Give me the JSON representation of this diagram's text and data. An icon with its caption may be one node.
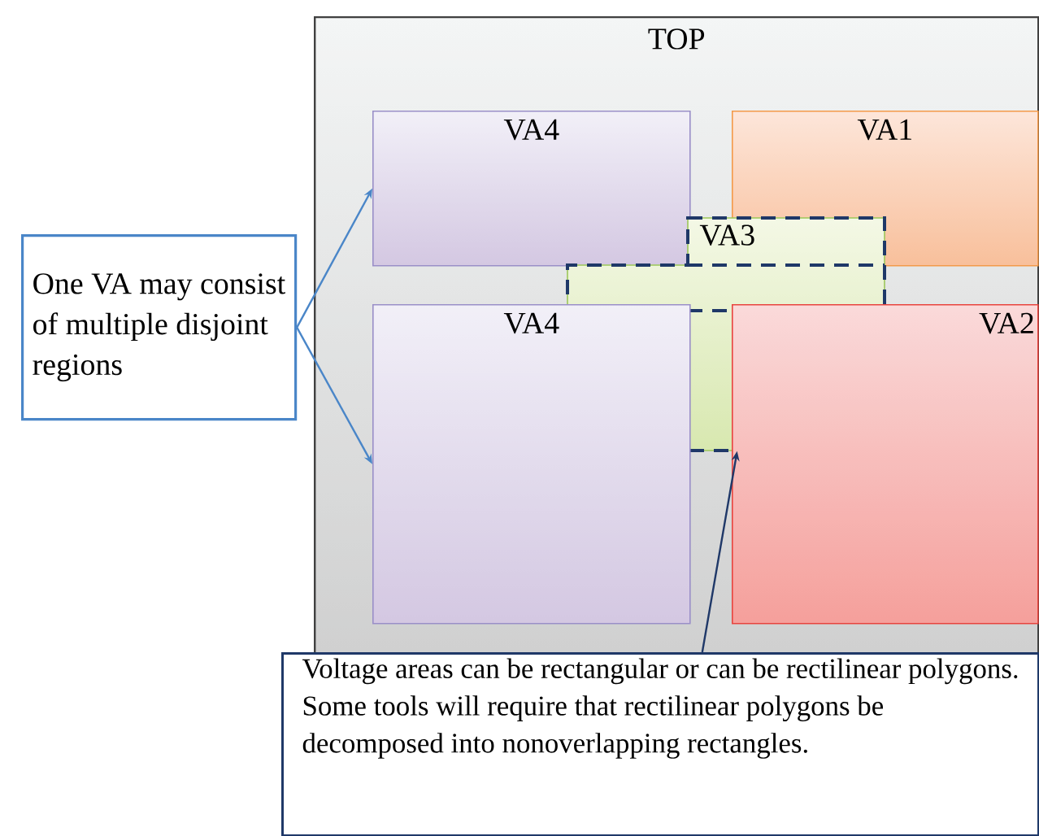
{
  "diagram": {
    "nodes": [
      {
        "text": [
          "TOP"
        ]
      },
      {
        "text": [
          "VA4"
        ],
        "in": 0
      },
      {
        "text": [
          "VA1"
        ],
        "in": 0
      },
      {
        "text": [
          "VA3"
        ],
        "in": 0
      },
      {
        "text": [
          "VA4"
        ],
        "in": 0
      },
      {
        "text": [
          "VA2"
        ],
        "in": 0
      },
      {
        "text": [
          "One VA may consist of multiple disjoint regions"
        ]
      },
      {
        "text": [
          "Voltage areas can be rectangular or can be rectilinear polygons. Some tools will require that rectilinear polygons be decomposed into nonoverlapping rectangles."
        ]
      }
    ],
    "edges": [
      {
        "from": 6,
        "to": 1,
        "arrow": "to"
      },
      {
        "from": 6,
        "to": 4,
        "arrow": "to"
      },
      {
        "from": 7,
        "to": 3,
        "arrow": "to",
        "color": "#1f3868"
      }
    ]
  }
}
